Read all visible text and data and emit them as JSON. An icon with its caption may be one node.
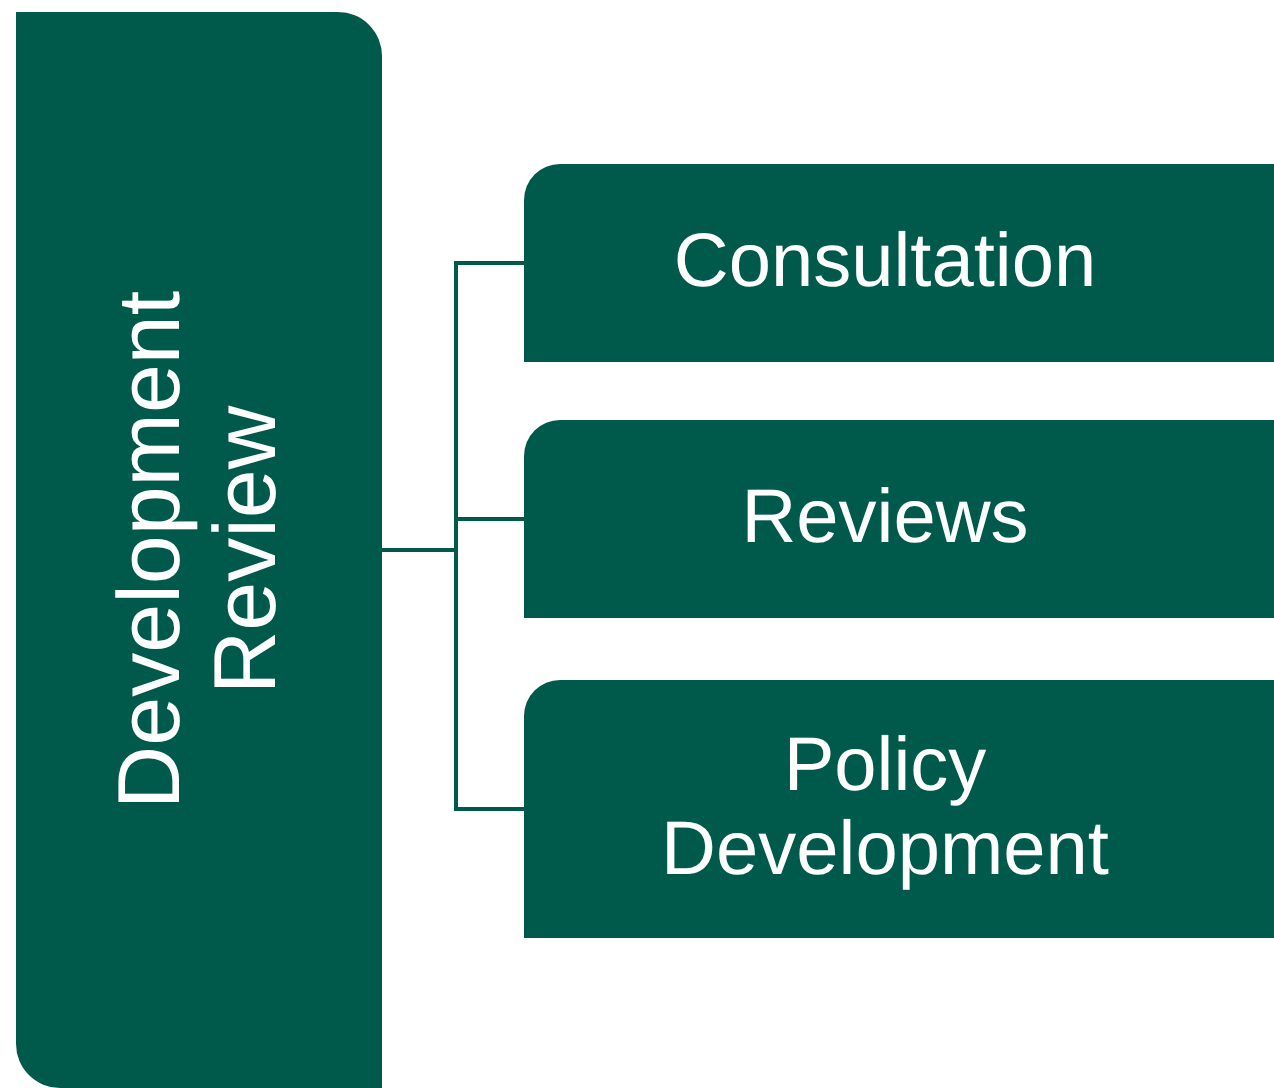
{
  "diagram": {
    "nodes": [
      {
        "text": [
          "Development Review"
        ]
      },
      {
        "text": [
          "Consultation"
        ]
      },
      {
        "text": [
          "Reviews"
        ]
      },
      {
        "text": [
          "Policy Development"
        ]
      }
    ],
    "edges": [
      {
        "from": 0,
        "to": 1,
        "arrow": "none"
      },
      {
        "from": 0,
        "to": 2,
        "arrow": "none"
      },
      {
        "from": 0,
        "to": 3,
        "arrow": "none"
      }
    ]
  }
}
